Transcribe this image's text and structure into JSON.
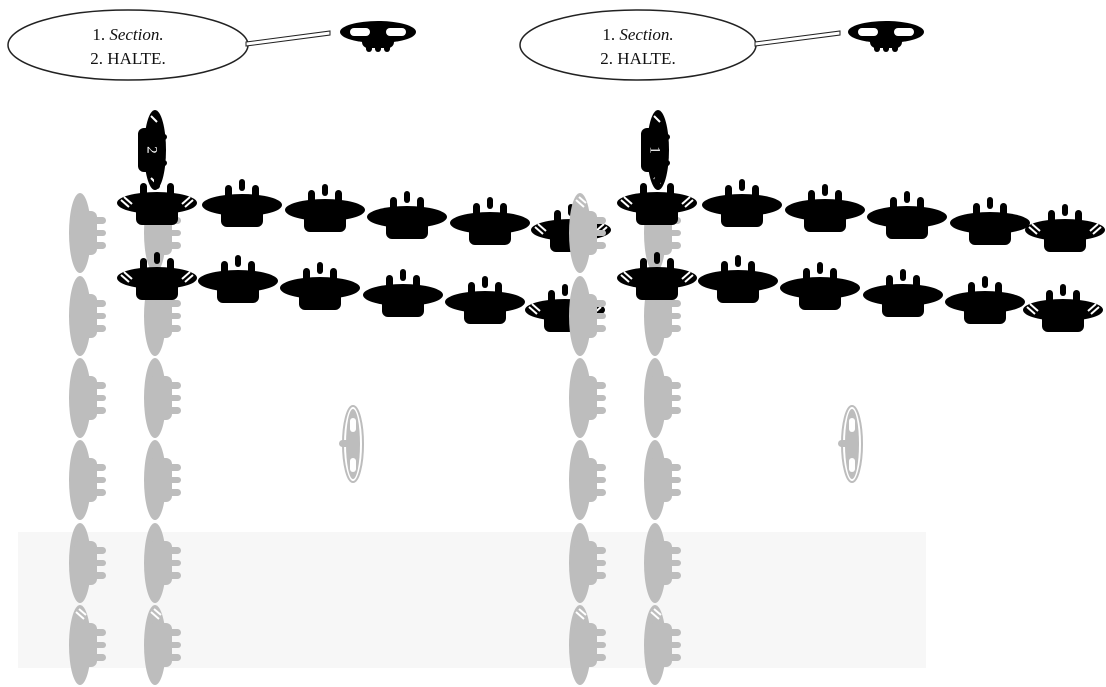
{
  "panels": [
    {
      "id": "left",
      "command_lines": [
        {
          "number": "1.",
          "word": "Section."
        },
        {
          "number": "2.",
          "word": "HALTE."
        }
      ],
      "marker_number": "2"
    },
    {
      "id": "right",
      "command_lines": [
        {
          "number": "1.",
          "word": "Section."
        },
        {
          "number": "2.",
          "word": "HALTE."
        }
      ],
      "marker_number": "1"
    }
  ],
  "colors": {
    "black_figure": "#000000",
    "grey_figure": "#bdbdbd",
    "background_band": "#f7f7f7",
    "bubble_stroke": "#222222",
    "white_stripe": "#ffffff"
  },
  "icons": {
    "black_figure": "soldier-black-icon",
    "grey_figure": "soldier-grey-icon",
    "commander": "commander-icon",
    "marker": "marker-icon"
  }
}
